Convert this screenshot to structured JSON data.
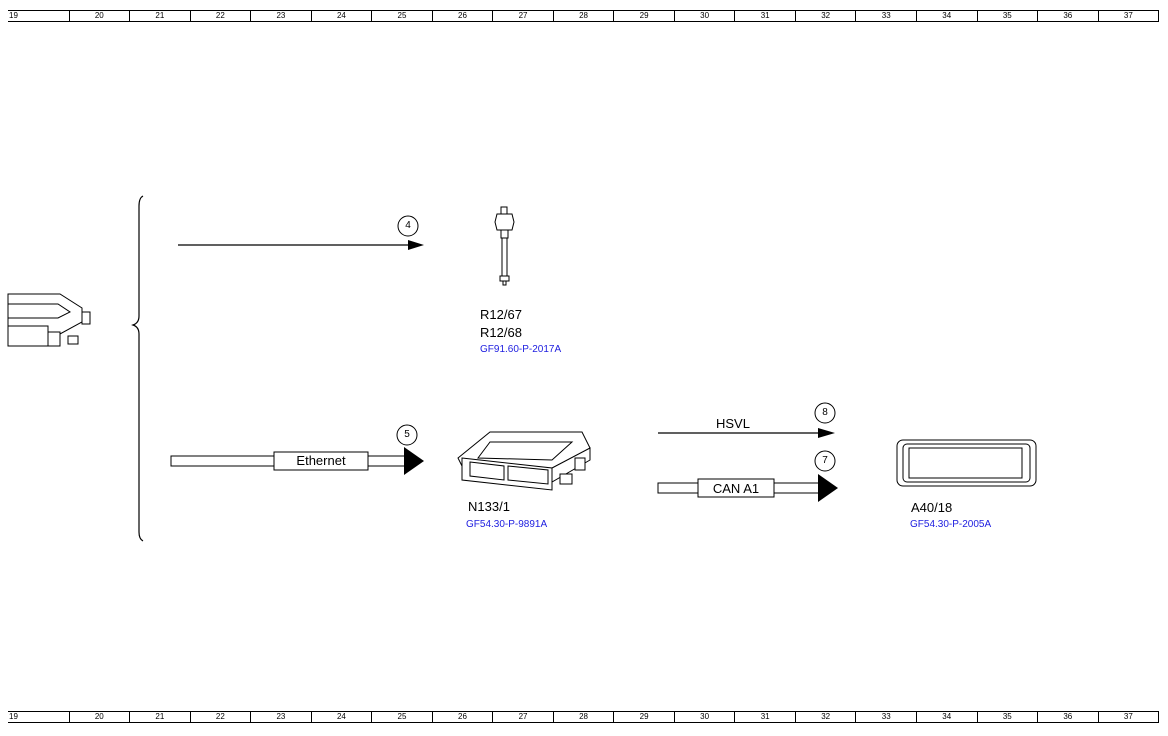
{
  "ruler": {
    "columns": [
      "19",
      "20",
      "21",
      "22",
      "23",
      "24",
      "25",
      "26",
      "27",
      "28",
      "29",
      "30",
      "31",
      "32",
      "33",
      "34",
      "35",
      "36",
      "37"
    ]
  },
  "components": {
    "r12": {
      "labels": [
        "R12/67",
        "R12/68"
      ],
      "ref": "GF91.60-P-2017A"
    },
    "n133": {
      "label": "N133/1",
      "ref": "GF54.30-P-9891A"
    },
    "a40": {
      "label": "A40/18",
      "ref": "GF54.30-P-2005A"
    }
  },
  "connections": {
    "c4": {
      "number": "4"
    },
    "c5": {
      "number": "5",
      "bus_label": "Ethernet"
    },
    "c8": {
      "number": "8",
      "bus_label": "HSVL"
    },
    "c7": {
      "number": "7",
      "bus_label": "CAN A1"
    }
  }
}
